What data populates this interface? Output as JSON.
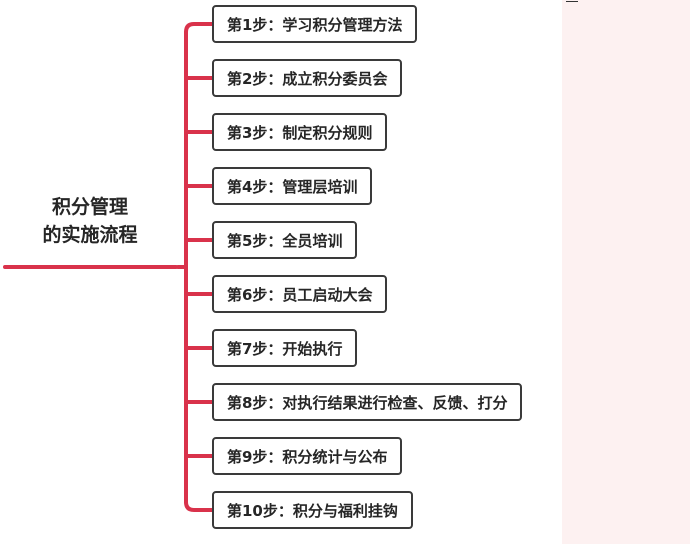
{
  "root": {
    "title_line1": "积分管理",
    "title_line2": "的实施流程"
  },
  "colors": {
    "branch": "#d9324b",
    "box_border": "#3a3a3a",
    "text": "#262626",
    "panel": "#fdf1f1"
  },
  "steps": [
    {
      "label": "第1步：学习积分管理方法"
    },
    {
      "label": "第2步：成立积分委员会"
    },
    {
      "label": "第3步：制定积分规则"
    },
    {
      "label": "第4步：管理层培训"
    },
    {
      "label": "第5步：全员培训"
    },
    {
      "label": "第6步：员工启动大会"
    },
    {
      "label": "第7步：开始执行"
    },
    {
      "label": "第8步：对执行结果进行检查、反馈、打分"
    },
    {
      "label": "第9步：积分统计与公布"
    },
    {
      "label": "第10步：积分与福利挂钩"
    }
  ]
}
